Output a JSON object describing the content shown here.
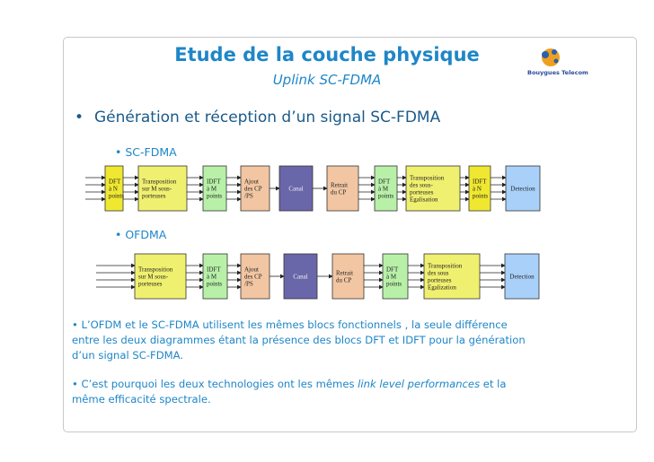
{
  "title": "Etude de la couche physique",
  "subtitle": "Uplink SC-FDMA",
  "logo": {
    "brand": "Bouygues Telecom"
  },
  "heading": "Génération et réception d’un signal SC-FDMA",
  "bullet_char": "•",
  "sc_fdma": {
    "label": "• SC-FDMA",
    "blocks": [
      {
        "lines": [
          "DFT",
          "à N",
          "points"
        ],
        "color": "#f0e830"
      },
      {
        "lines": [
          "Transposition",
          "sur M sous-",
          "porteuses"
        ],
        "color": "#f0f070"
      },
      {
        "lines": [
          "IDFT",
          "à M",
          "points"
        ],
        "color": "#b8f0a8"
      },
      {
        "lines": [
          "Ajout",
          "des CP",
          "/PS"
        ],
        "color": "#f2c6a2"
      },
      {
        "lines": [
          "Canal"
        ],
        "color": "#6a66aa"
      },
      {
        "lines": [
          "Retrait",
          "du CP"
        ],
        "color": "#f2c6a2"
      },
      {
        "lines": [
          "DFT",
          "à M",
          "points"
        ],
        "color": "#b8f0a8"
      },
      {
        "lines": [
          "Transposition",
          "des sous-",
          "porteuses",
          "Egalisation"
        ],
        "color": "#f0f070"
      },
      {
        "lines": [
          "IDFT",
          "à N",
          "points"
        ],
        "color": "#f0e830"
      },
      {
        "lines": [
          "Detection"
        ],
        "color": "#a8d0f8"
      }
    ]
  },
  "ofdma": {
    "label": "• OFDMA",
    "blocks": [
      {
        "lines": [
          "Transposition",
          "sur M sous-",
          "porteuses"
        ],
        "color": "#f0f070"
      },
      {
        "lines": [
          "IDFT",
          "à M",
          "points"
        ],
        "color": "#b8f0a8"
      },
      {
        "lines": [
          "Ajout",
          "des CP",
          "/PS"
        ],
        "color": "#f2c6a2"
      },
      {
        "lines": [
          "Canal"
        ],
        "color": "#6a66aa"
      },
      {
        "lines": [
          "Retrait",
          "du CP"
        ],
        "color": "#f2c6a2"
      },
      {
        "lines": [
          "DFT",
          "à M",
          "points"
        ],
        "color": "#b8f0a8"
      },
      {
        "lines": [
          "Transposition",
          "des sous",
          "porteuses",
          "Egalization"
        ],
        "color": "#f0f070"
      },
      {
        "lines": [
          "Detection"
        ],
        "color": "#a8d0f8"
      }
    ]
  },
  "paragraphs": {
    "p1_line1": "• L’OFDM et le SC-FDMA utilisent les mêmes blocs fonctionnels , la seule différence",
    "p1_line2": "entre les deux diagrammes étant la présence des blocs DFT et IDFT pour la génération",
    "p1_line3": "d’un signal SC-FDMA.",
    "p2_start": "• C’est pourquoi les deux technologies ont les mêmes ",
    "p2_italic": "link level performances",
    "p2_end": " et la",
    "p2_line2": "même efficacité spectrale."
  }
}
